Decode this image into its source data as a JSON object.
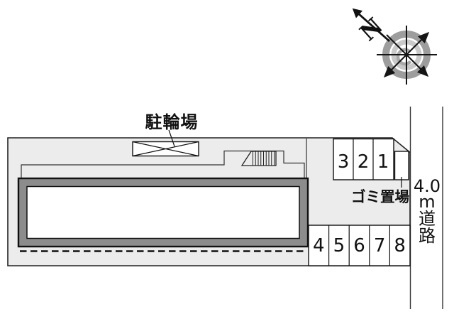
{
  "compass": {
    "north_label": "N"
  },
  "site": {
    "bicycle_parking_label": "駐輪場",
    "garbage_area_label": "ゴミ置場"
  },
  "parking": {
    "top_row_spaces": [
      "3",
      "2",
      "1"
    ],
    "bottom_row_spaces": [
      "4",
      "5",
      "6",
      "7",
      "8"
    ]
  },
  "road": {
    "label": "4.0m道路",
    "label_parts": [
      "4.0",
      "m",
      "道",
      "路"
    ]
  },
  "colors": {
    "background": "#ffffff",
    "site_fill": "#ececec",
    "building_band": "#8c8c8c",
    "line": "#1a1a1a",
    "compass_ring_outer": "#9d9d9d",
    "compass_ring_mid": "#c9c9c9",
    "compass_ring_inner": "#a8a8a8"
  }
}
